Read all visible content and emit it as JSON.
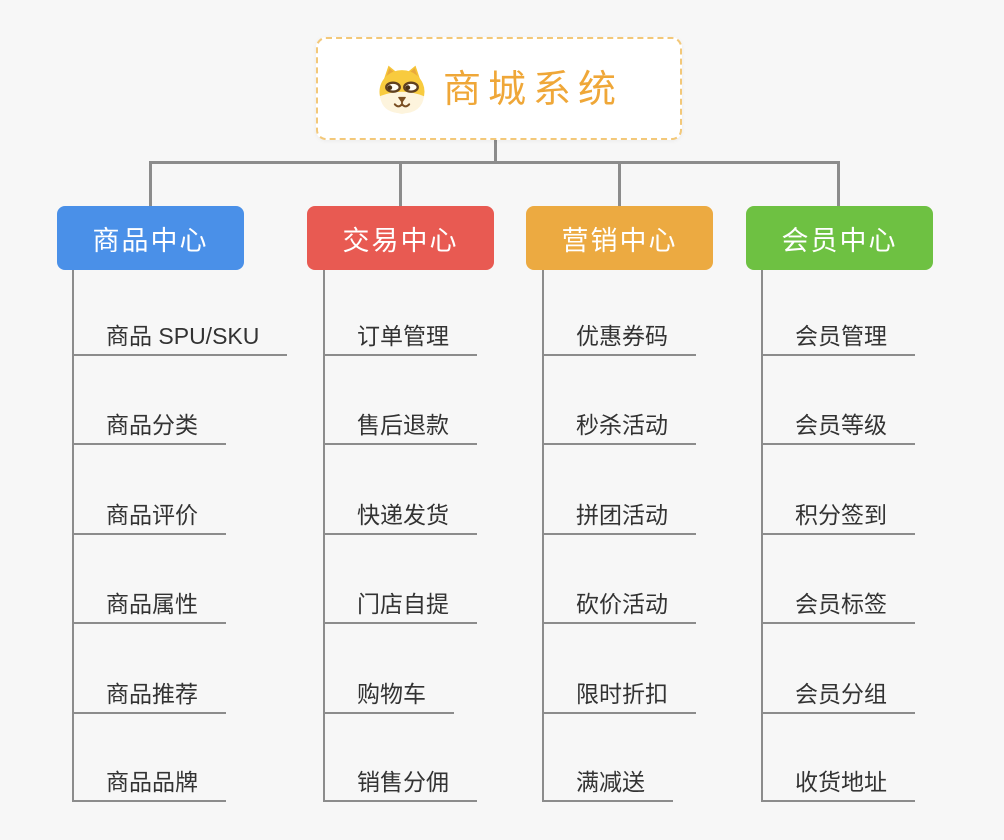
{
  "root": {
    "title": "商城系统",
    "title_color": "#efa738",
    "border_color": "#f3c879",
    "icon": "dog-face-icon"
  },
  "branches": [
    {
      "label": "商品中心",
      "color": "#4a90e8",
      "children": [
        "商品 SPU/SKU",
        "商品分类",
        "商品评价",
        "商品属性",
        "商品推荐",
        "商品品牌"
      ]
    },
    {
      "label": "交易中心",
      "color": "#e85a52",
      "children": [
        "订单管理",
        "售后退款",
        "快递发货",
        "门店自提",
        "购物车",
        "销售分佣"
      ]
    },
    {
      "label": "营销中心",
      "color": "#ecaa41",
      "children": [
        "优惠券码",
        "秒杀活动",
        "拼团活动",
        "砍价活动",
        "限时折扣",
        "满减送"
      ]
    },
    {
      "label": "会员中心",
      "color": "#6ec142",
      "children": [
        "会员管理",
        "会员等级",
        "积分签到",
        "会员标签",
        "会员分组",
        "收货地址"
      ]
    }
  ],
  "colors": {
    "background": "#f7f7f7",
    "connector": "#8c8c8c",
    "leaf_text": "#333333",
    "branch_text": "#ffffff"
  }
}
